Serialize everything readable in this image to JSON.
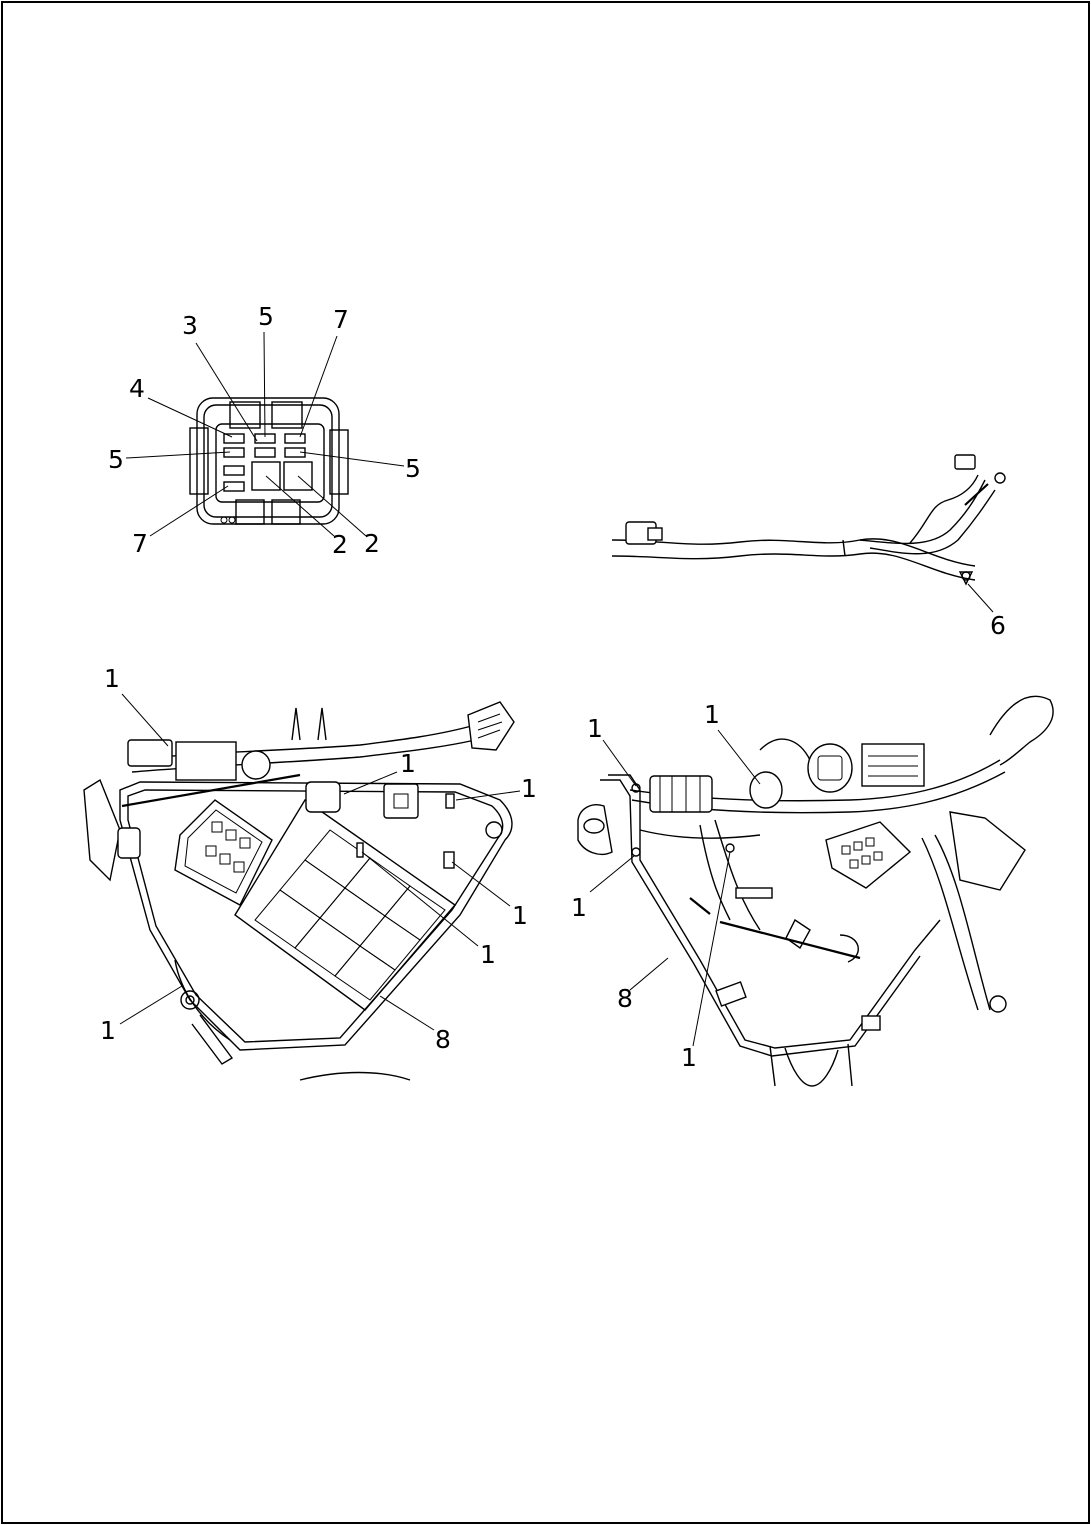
{
  "callouts": {
    "fuse_block": [
      "3",
      "5",
      "7",
      "4",
      "5",
      "5",
      "7",
      "2",
      "2"
    ],
    "harness": [
      "6"
    ],
    "left_panel": [
      "1",
      "1",
      "1",
      "1",
      "1",
      "1",
      "8"
    ],
    "right_panel": [
      "1",
      "1",
      "1",
      "8",
      "1"
    ]
  },
  "colors": {
    "line": "#000000",
    "background": "#ffffff"
  }
}
